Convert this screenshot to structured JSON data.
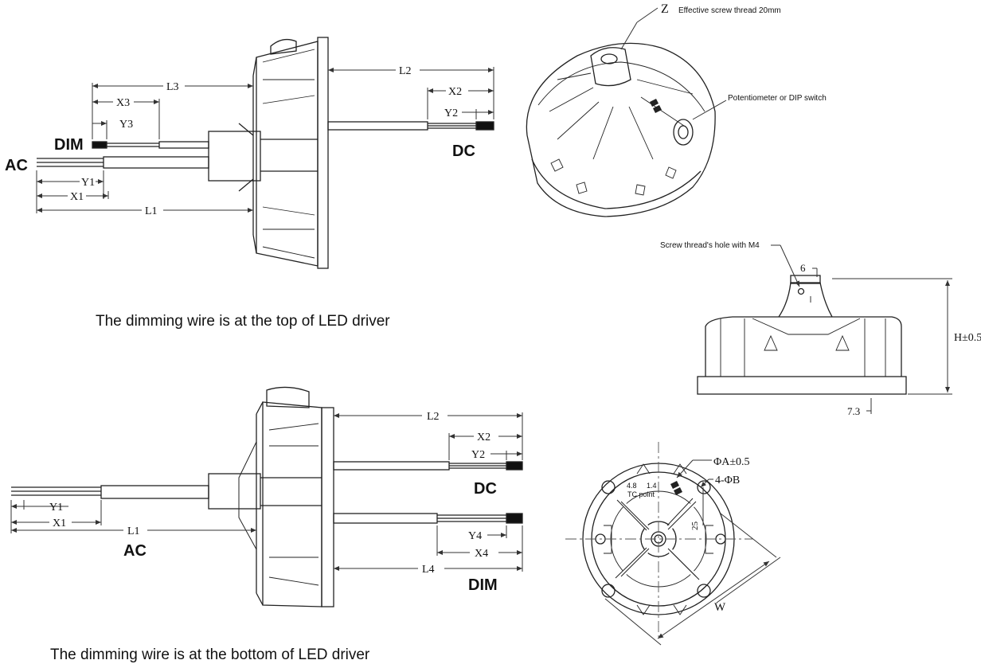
{
  "captions": {
    "top": "The dimming wire is at the top of LED driver",
    "bottom": "The dimming wire is at the bottom of LED driver"
  },
  "labels": {
    "ac": "AC",
    "dc": "DC",
    "dim": "DIM",
    "l1": "L1",
    "l2": "L2",
    "l3": "L3",
    "l4": "L4",
    "x1": "X1",
    "x2": "X2",
    "x3": "X3",
    "x4": "X4",
    "y1": "Y1",
    "y2": "Y2",
    "y3": "Y3",
    "y4": "Y4"
  },
  "annotations": {
    "thread_z": "Z",
    "thread_text": "Effective screw thread 20mm",
    "potentiometer": "Potentiometer or DIP switch",
    "screw_hole": "Screw thread's hole with M4",
    "dim_6": "6",
    "dim_height": "H±0.5",
    "dim_7_3": "7.3",
    "phi_a": "ΦA±0.5",
    "phi_b": "4-ΦB",
    "dim_4_8": "4.8",
    "dim_1_4": "1.4",
    "tc_point": "TC point",
    "dim_25": "25",
    "w": "W"
  },
  "colors": {
    "line": "#222222",
    "dim": "#333333",
    "background": "#ffffff"
  }
}
